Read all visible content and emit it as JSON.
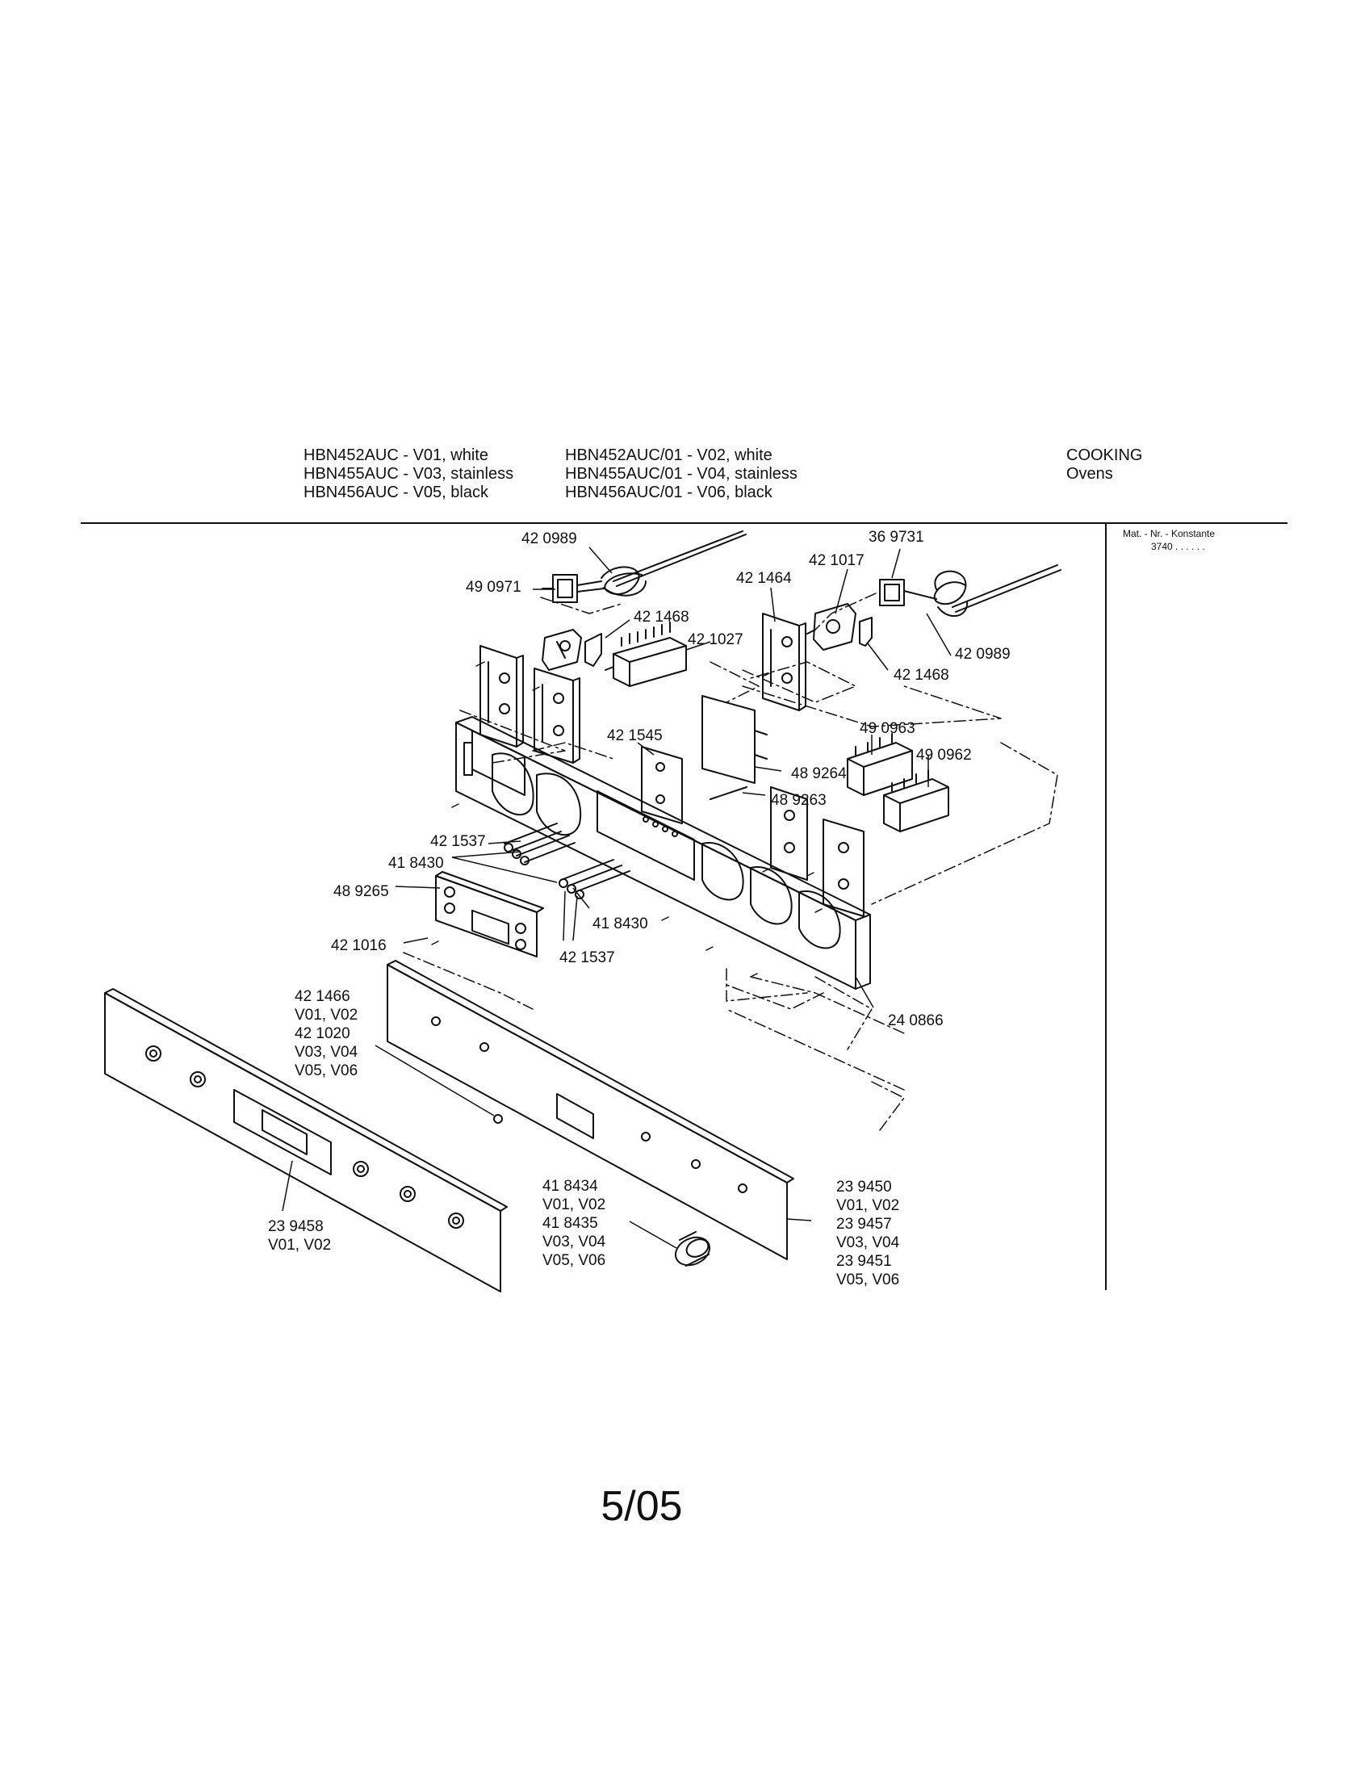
{
  "header": {
    "models_a": [
      "HBN452AUC - V01, white",
      "HBN455AUC - V03, stainless",
      "HBN456AUC - V05, black"
    ],
    "models_b": [
      "HBN452AUC/01 - V02, white",
      "HBN455AUC/01 - V04, stainless",
      "HBN456AUC/01 - V06, black"
    ],
    "category": "COOKING",
    "subcategory": "Ovens"
  },
  "mat_nr": {
    "label": "Mat. - Nr. - Konstante",
    "value": "3740 . .  . . . ."
  },
  "part_labels": {
    "p420989_top": "42 0989",
    "p490971": "49 0971",
    "p369731": "36 9731",
    "p421017": "42 1017",
    "p421464": "42 1464",
    "p421468_left": "42 1468",
    "p421027": "42 1027",
    "p420989_right": "42 0989",
    "p421468_right": "42 1468",
    "p490963": "49 0963",
    "p490962": "49 0962",
    "p421545": "42 1545",
    "p489264": "48 9264",
    "p489263": "48 9263",
    "p421537_top": "42 1537",
    "p418430_left": "41 8430",
    "p489265": "48 9265",
    "p418430_mid": "41 8430",
    "p421016": "42 1016",
    "p421537_bottom": "42 1537",
    "p240866": "24 0866"
  },
  "part_groups": {
    "knob_parts": [
      "42 1466",
      "V01, V02",
      "42 1020",
      "V03, V04",
      "V05, V06"
    ],
    "left_panel": [
      "23 9458",
      "V01, V02"
    ],
    "main_knob": [
      "41 8434",
      "V01, V02",
      "41 8435",
      "V03, V04",
      "V05, V06"
    ],
    "right_panel": [
      "23 9450",
      "V01, V02",
      "23 9457",
      "V03, V04",
      "23 9451",
      "V05, V06"
    ]
  },
  "page_number": "5/05"
}
